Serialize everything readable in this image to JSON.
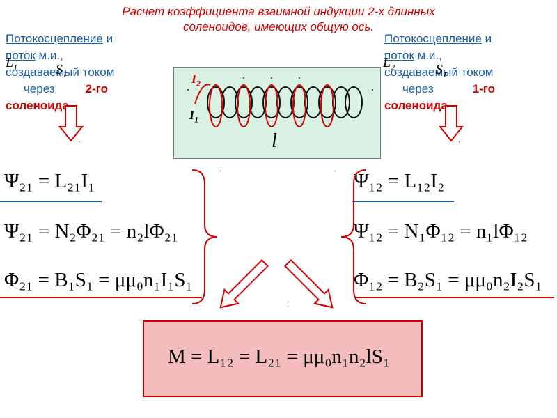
{
  "title": {
    "line1": "Расчет коэффициента взаимной индукции 2-х длинных",
    "line2": "соленоидов, имеющих общую ось."
  },
  "left_panel": {
    "w1": "Потокосцепление",
    "w2": " и",
    "w3": "поток",
    "w4": " м.и.,",
    "w5": "создаваемый током",
    "w6": "через",
    "w7": "2-го",
    "w8": "соленоида",
    "sym_L": "L",
    "sym_L_sub": "1",
    "sym_S": "S",
    "sym_S_sub": "1"
  },
  "right_panel": {
    "w1": "Потокосцепление",
    "w2": " и",
    "w3": "поток",
    "w4": " м.и.,",
    "w5": "создаваемый током",
    "w6": "через",
    "w7": "1-го",
    "w8": "соленоида",
    "sym_L": "L",
    "sym_L_sub": "2",
    "sym_S": "S",
    "sym_S_sub": "1"
  },
  "diagram": {
    "label_I2": "I",
    "label_I2_sub": "2",
    "label_I1": "I",
    "label_I1_sub": "1",
    "label_l": "l"
  },
  "colors": {
    "title_red": "#d40000",
    "text_blue": "#1a5da8",
    "diagram_bg": "#d9f2e4",
    "result_bg": "#f4bcbc",
    "arrow_red": "#d40000"
  },
  "left_equations": [
    "Ψ₂₁ = L₂₁I₁",
    "Ψ₂₁ = N₂Φ₂₁ = n₂lΦ₂₁",
    "Φ₂₁ = B₁S₁ = μμ₀n₁I₁S₁"
  ],
  "right_equations": [
    "Ψ₁₂ = L₁₂I₂",
    "Ψ₁₂ = N₁Φ₁₂ = n₁lΦ₁₂",
    "Φ₁₂ = B₂S₁ = μμ₀n₂I₂S₁"
  ],
  "result_equation": "M = L₁₂ = L₂₁ = μμ₀n₁n₂lS₁"
}
